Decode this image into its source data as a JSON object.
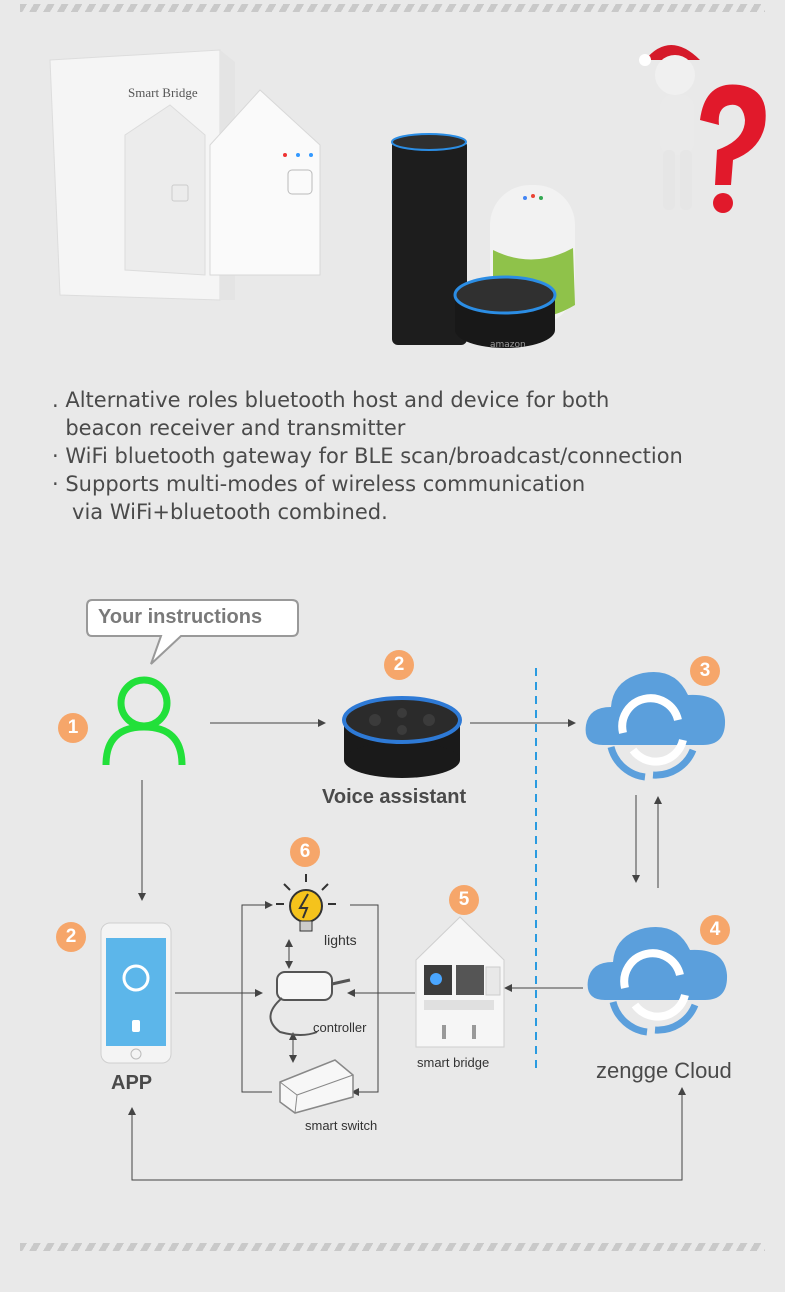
{
  "top_product": {
    "box_label": "Smart Bridge",
    "speaker_brand": "amazon"
  },
  "features": [
    ". Alternative roles bluetooth host and device for both",
    "  beacon receiver and transmitter",
    "· WiFi bluetooth gateway for BLE scan/broadcast/connection",
    "· Supports multi-modes of wireless communication",
    "   via WiFi+bluetooth combined."
  ],
  "diagram": {
    "bubble": "Your instructions",
    "badges": [
      "1",
      "2",
      "3",
      "2",
      "6",
      "5",
      "4"
    ],
    "labels": {
      "voice_assistant": "Voice assistant",
      "app": "APP",
      "cloud": "zengge Cloud",
      "lights": "lights",
      "controller": "controller",
      "smart_bridge": "smart bridge",
      "smart_switch": "smart switch"
    },
    "colors": {
      "user_icon": "#22e03a",
      "badge": "#f6a66a",
      "cloud": "#5b9fdc",
      "divider": "#2a9be0",
      "echo_ring": "#2e7ad6"
    }
  }
}
